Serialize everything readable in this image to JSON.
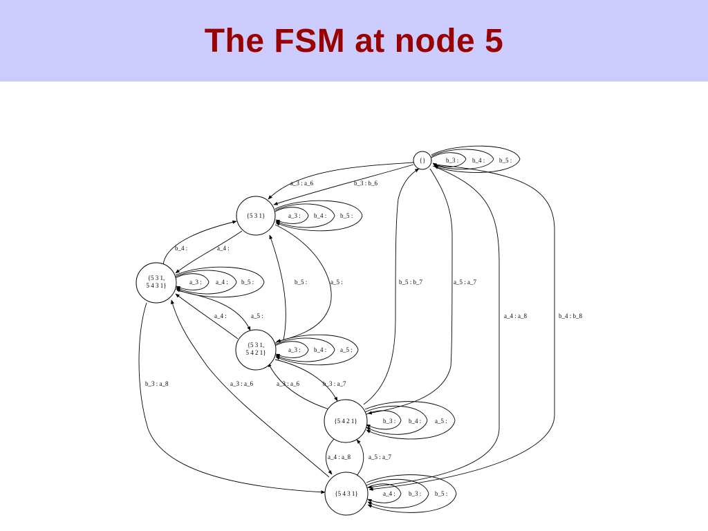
{
  "slide": {
    "title": "The FSM at node 5",
    "title_color": "#990000",
    "banner_color": "#ccccff"
  },
  "nodes": [
    {
      "id": "empty",
      "lines": [
        "{}"
      ]
    },
    {
      "id": "s531",
      "lines": [
        "{5 3 1}"
      ]
    },
    {
      "id": "s531_5431",
      "lines": [
        "{5 3 1,",
        "5 4 3 1}"
      ]
    },
    {
      "id": "s531_5421",
      "lines": [
        "{5 3 1,",
        "5 4 2 1}"
      ]
    },
    {
      "id": "s5421",
      "lines": [
        "{5 4 2 1}"
      ]
    },
    {
      "id": "s5431",
      "lines": [
        "{5 4 3 1}"
      ]
    }
  ],
  "edges": [
    {
      "id": "e_empty_s531",
      "from": "{}",
      "to": "{5 3 1}",
      "label": "a_3 : a_6"
    },
    {
      "id": "e_empty_s531_b",
      "from": "{}",
      "to": "{5 3 1}",
      "label": "b_3 : b_6"
    },
    {
      "id": "e_empty_self_b3",
      "from": "{}",
      "to": "{}",
      "label": "b_3 :"
    },
    {
      "id": "e_empty_self_b4",
      "from": "{}",
      "to": "{}",
      "label": "b_4 :"
    },
    {
      "id": "e_empty_self_b5",
      "from": "{}",
      "to": "{}",
      "label": "b_5 :"
    },
    {
      "id": "e_s531_self_a3",
      "from": "{5 3 1}",
      "to": "{5 3 1}",
      "label": "a_3 :"
    },
    {
      "id": "e_s531_self_b4",
      "from": "{5 3 1}",
      "to": "{5 3 1}",
      "label": "b_4 :"
    },
    {
      "id": "e_s531_self_b5",
      "from": "{5 3 1}",
      "to": "{5 3 1}",
      "label": "b_5 :"
    },
    {
      "id": "e_s531_5431_to_s531_b4",
      "from": "{5 3 1, 5 4 3 1}",
      "to": "{5 3 1}",
      "label": "b_4 :"
    },
    {
      "id": "e_s531_to_s531_5431_a4",
      "from": "{5 3 1}",
      "to": "{5 3 1, 5 4 3 1}",
      "label": "a_4 :"
    },
    {
      "id": "e_s531_5431_self_a3",
      "from": "{5 3 1, 5 4 3 1}",
      "to": "{5 3 1, 5 4 3 1}",
      "label": "a_3 :"
    },
    {
      "id": "e_s531_5431_self_a4",
      "from": "{5 3 1, 5 4 3 1}",
      "to": "{5 3 1, 5 4 3 1}",
      "label": "a_4 :"
    },
    {
      "id": "e_s531_5431_self_b5",
      "from": "{5 3 1, 5 4 3 1}",
      "to": "{5 3 1, 5 4 3 1}",
      "label": "b_5 :"
    },
    {
      "id": "e_s531_5421_to_s531_b5",
      "from": "{5 3 1, 5 4 2 1}",
      "to": "{5 3 1}",
      "label": "b_5 :"
    },
    {
      "id": "e_s531_to_s531_5421_a5",
      "from": "{5 3 1}",
      "to": "{5 3 1, 5 4 2 1}",
      "label": "a_5 :"
    },
    {
      "id": "e_s531_5421_to_s531_5431_a4",
      "from": "{5 3 1, 5 4 2 1}",
      "to": "{5 3 1, 5 4 3 1}",
      "label": "a_4 :"
    },
    {
      "id": "e_s531_5431_to_s531_5421_a5",
      "from": "{5 3 1, 5 4 3 1}",
      "to": "{5 3 1, 5 4 2 1}",
      "label": "a_5 :"
    },
    {
      "id": "e_s531_5421_self_a3",
      "from": "{5 3 1, 5 4 2 1}",
      "to": "{5 3 1, 5 4 2 1}",
      "label": "a_3 :"
    },
    {
      "id": "e_s531_5421_self_b4",
      "from": "{5 3 1, 5 4 2 1}",
      "to": "{5 3 1, 5 4 2 1}",
      "label": "b_4 :"
    },
    {
      "id": "e_s531_5421_self_a5",
      "from": "{5 3 1, 5 4 2 1}",
      "to": "{5 3 1, 5 4 2 1}",
      "label": "a_5 :"
    },
    {
      "id": "e_s5421_to_empty_b5",
      "from": "{5 4 2 1}",
      "to": "{}",
      "label": "b_5 : b_7"
    },
    {
      "id": "e_empty_to_s5421_a5",
      "from": "{}",
      "to": "{5 4 2 1}",
      "label": "a_5 : a_7"
    },
    {
      "id": "e_empty_to_s5431_a4",
      "from": "{}",
      "to": "{5 4 3 1}",
      "label": "a_4 : a_8"
    },
    {
      "id": "e_empty_to_s5431_b4",
      "from": "{}",
      "to": "{5 4 3 1}",
      "label": "b_4 : b_8"
    },
    {
      "id": "e_s531_5431_to_s5431_b3",
      "from": "{5 3 1, 5 4 3 1}",
      "to": "{5 4 3 1}",
      "label": "b_3 : a_8"
    },
    {
      "id": "e_s5431_to_s531_5431_a3",
      "from": "{5 4 3 1}",
      "to": "{5 3 1, 5 4 3 1}",
      "label": "a_3 : a_6"
    },
    {
      "id": "e_s5421_to_s531_5421_a3",
      "from": "{5 4 2 1}",
      "to": "{5 3 1, 5 4 2 1}",
      "label": "a_3 : a_6"
    },
    {
      "id": "e_s531_5421_to_s5421_b3",
      "from": "{5 3 1, 5 4 2 1}",
      "to": "{5 4 2 1}",
      "label": "b_3 : a_7"
    },
    {
      "id": "e_s5421_self_b3",
      "from": "{5 4 2 1}",
      "to": "{5 4 2 1}",
      "label": "b_3 :"
    },
    {
      "id": "e_s5421_self_b4",
      "from": "{5 4 2 1}",
      "to": "{5 4 2 1}",
      "label": "b_4 :"
    },
    {
      "id": "e_s5421_self_a5",
      "from": "{5 4 2 1}",
      "to": "{5 4 2 1}",
      "label": "a_5 :"
    },
    {
      "id": "e_s5421_to_s5431_a4",
      "from": "{5 4 2 1}",
      "to": "{5 4 3 1}",
      "label": "a_4 : a_8"
    },
    {
      "id": "e_s5431_to_s5421_a5",
      "from": "{5 4 3 1}",
      "to": "{5 4 2 1}",
      "label": "a_5 : a_7"
    },
    {
      "id": "e_s5431_self_a4",
      "from": "{5 4 3 1}",
      "to": "{5 4 3 1}",
      "label": "a_4 :"
    },
    {
      "id": "e_s5431_self_b3",
      "from": "{5 4 3 1}",
      "to": "{5 4 3 1}",
      "label": "b_3 :"
    },
    {
      "id": "e_s5431_self_b5",
      "from": "{5 4 3 1}",
      "to": "{5 4 3 1}",
      "label": "b_5 :"
    }
  ]
}
